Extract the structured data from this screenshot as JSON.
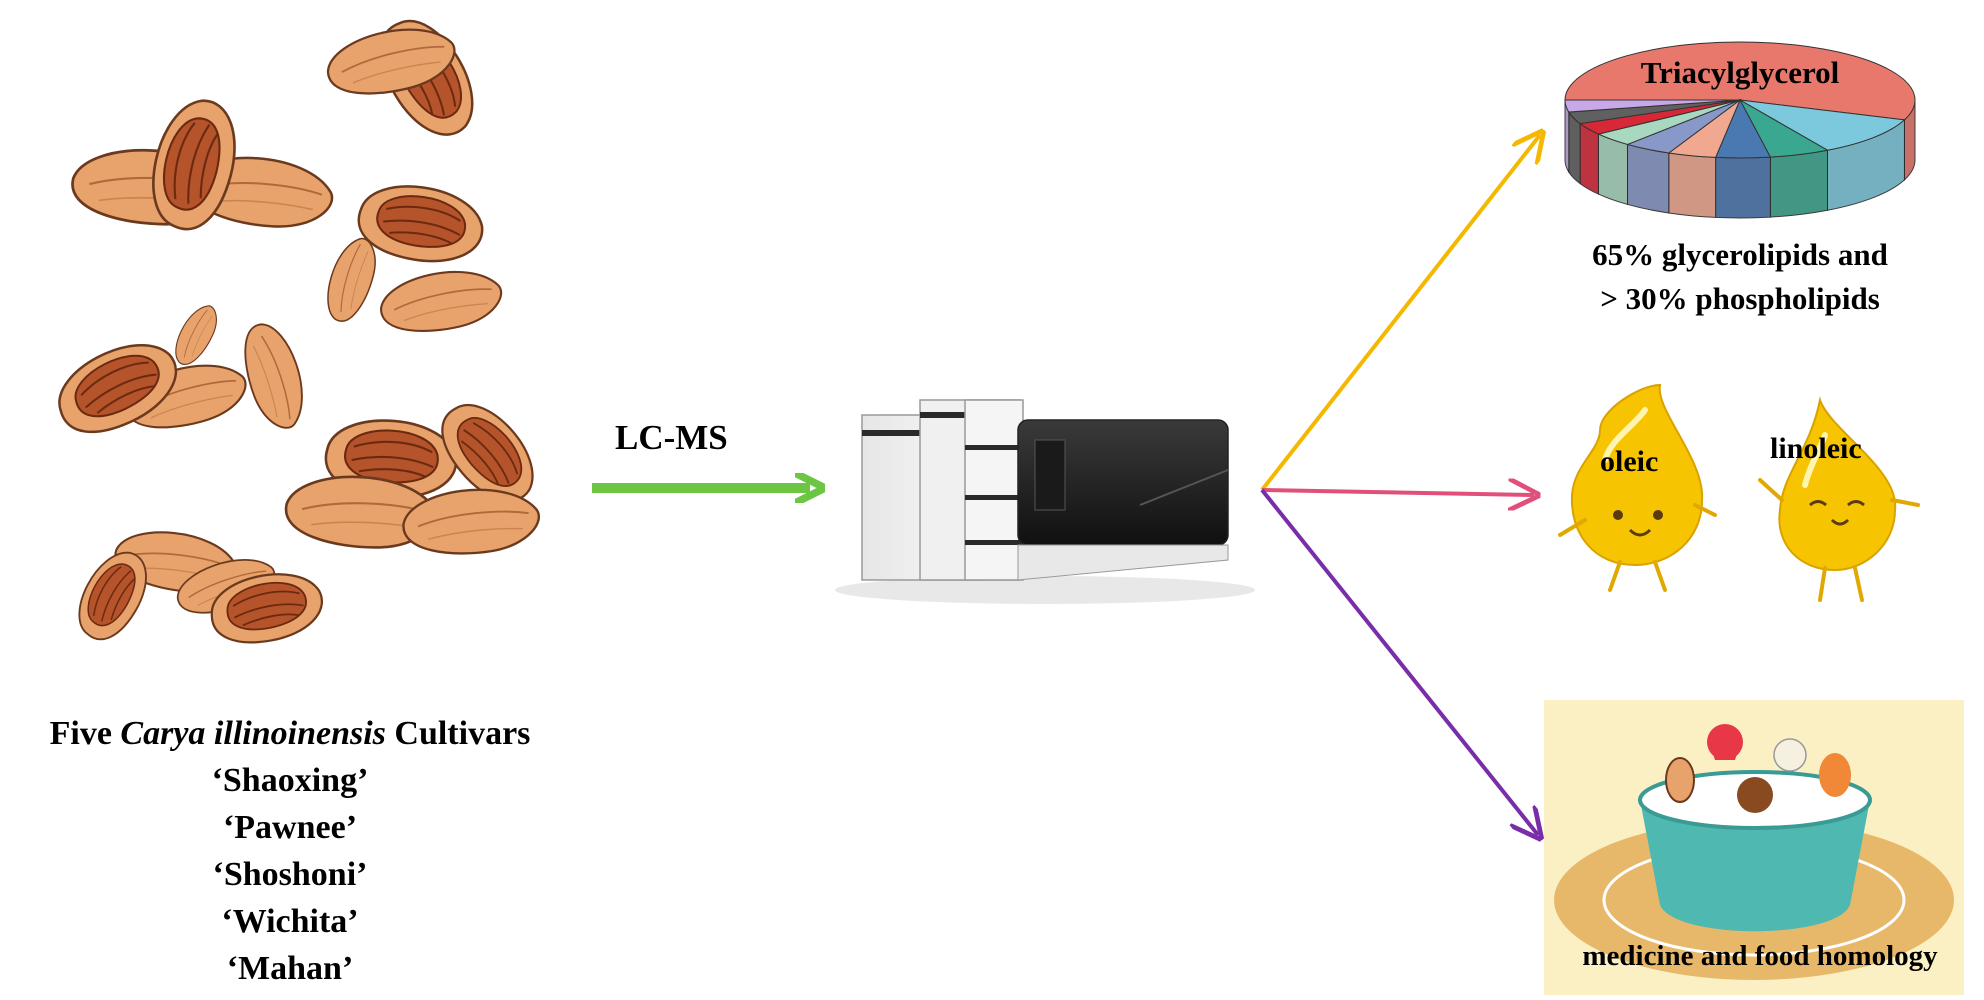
{
  "cultivars": {
    "title_prefix": "Five ",
    "title_species": "Carya illinoinensis",
    "title_suffix": " Cultivars",
    "names": [
      "‘Shaoxing’",
      "‘Pawnee’",
      "‘Shoshoni’",
      "‘Wichita’",
      "‘Mahan’"
    ]
  },
  "method": {
    "label": "LC-MS"
  },
  "outcomes": {
    "pie_title": "Triacylglycerol",
    "glycerolipids_line1": "65% glycerolipids and",
    "glycerolipids_line2": "> 30% phospholipids",
    "oleic_label": "oleic",
    "linoleic_label": "linoleic",
    "homology_label": "medicine and food homology"
  },
  "colors": {
    "green_arrow": "#6cc644",
    "gold_arrow": "#f5b800",
    "pink_arrow": "#e0507a",
    "purple_arrow": "#7a2da8",
    "pecan_shell": "#e8a26c",
    "pecan_kernel": "#b5532a",
    "droplet": "#f6c400"
  },
  "pie_slices": [
    {
      "color": "#e8786c"
    },
    {
      "color": "#7cc8dc"
    },
    {
      "color": "#3aa890"
    },
    {
      "color": "#4a78b0"
    },
    {
      "color": "#f0a890"
    },
    {
      "color": "#8898c8"
    },
    {
      "color": "#a8d8c0"
    },
    {
      "color": "#d82838"
    },
    {
      "color": "#606060"
    },
    {
      "color": "#c8a8e8"
    }
  ]
}
